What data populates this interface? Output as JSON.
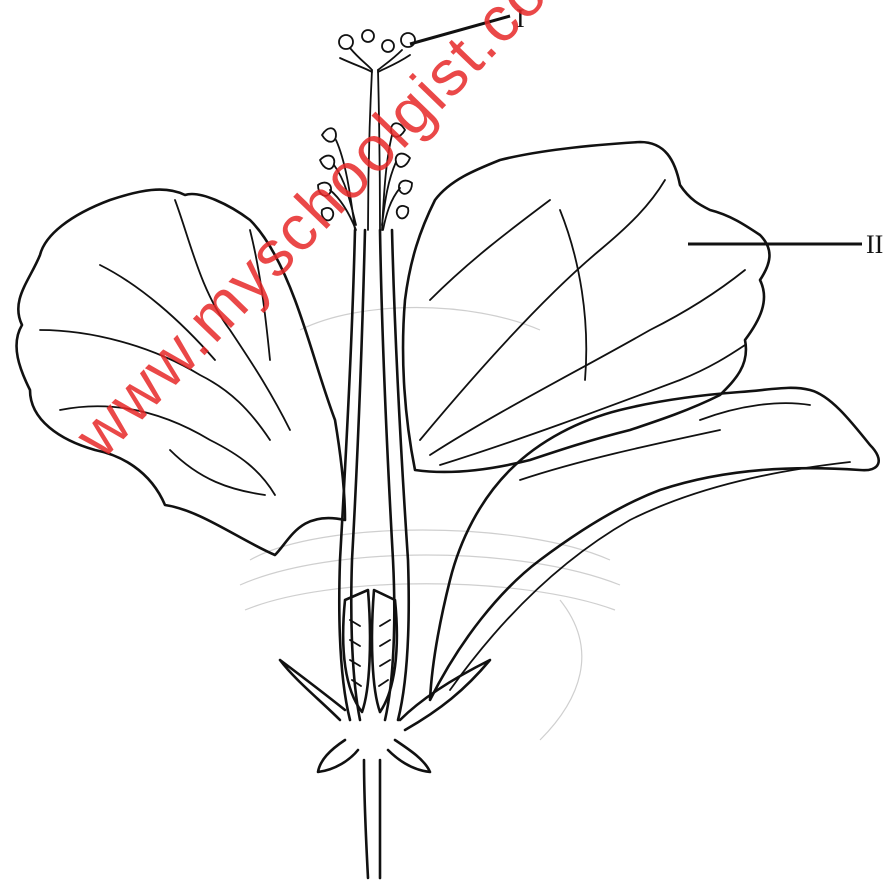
{
  "labels": {
    "part_1": "I",
    "part_2": "II"
  },
  "watermark": {
    "text": "www.myschoolgist.com",
    "color": "#e62828"
  }
}
